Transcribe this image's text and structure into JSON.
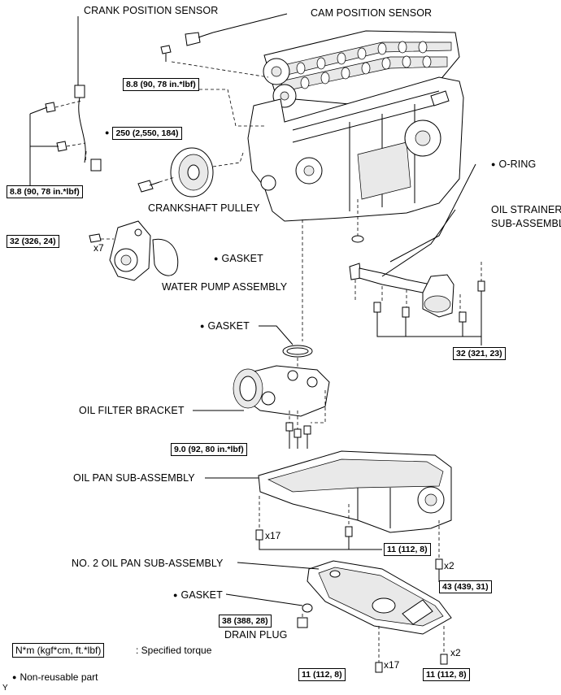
{
  "labels": {
    "crank_sensor": "CRANK POSITION SENSOR",
    "cam_sensor": "CAM POSITION SENSOR",
    "crankshaft_pulley": "CRANKSHAFT PULLEY",
    "o_ring": "O-RING",
    "oil_strainer_1": "OIL STRAINER",
    "oil_strainer_2": "SUB-ASSEMBLY",
    "gasket_pump": "GASKET",
    "water_pump": "WATER PUMP ASSEMBLY",
    "gasket_filter": "GASKET",
    "oil_filter_bracket": "OIL FILTER BRACKET",
    "oil_pan": "OIL PAN SUB-ASSEMBLY",
    "no2_oil_pan": "NO. 2 OIL PAN SUB-ASSEMBLY",
    "gasket_drain": "GASKET",
    "drain_plug": "DRAIN PLUG"
  },
  "torques": {
    "cam_bolt": "8.8 (90, 78 in.*lbf)",
    "pulley_bolt": "250 (2,550, 184)",
    "crank_bolts": "8.8 (90, 78 in.*lbf)",
    "pump_bolts": "32 (326, 24)",
    "strainer_bolts": "32 (321, 23)",
    "filter_bolts": "9.0 (92, 80 in.*lbf)",
    "pan_bolts": "11 (112, 8)",
    "pan_side_bolts": "43 (439, 31)",
    "drain_plug": "38 (388, 28)",
    "no2_pan_bolts_a": "11 (112, 8)",
    "no2_pan_bolts_b": "11 (112, 8)"
  },
  "multipliers": {
    "pump": "x7",
    "pan": "x17",
    "pan_side": "x2",
    "no2_pan_a": "x17",
    "no2_pan_b": "x2"
  },
  "legend": {
    "unit": "N*m (kgf*cm, ft.*lbf)",
    "unit_desc": ": Specified torque",
    "non_reusable": "Non-reusable part",
    "corner_mark": "Y"
  }
}
